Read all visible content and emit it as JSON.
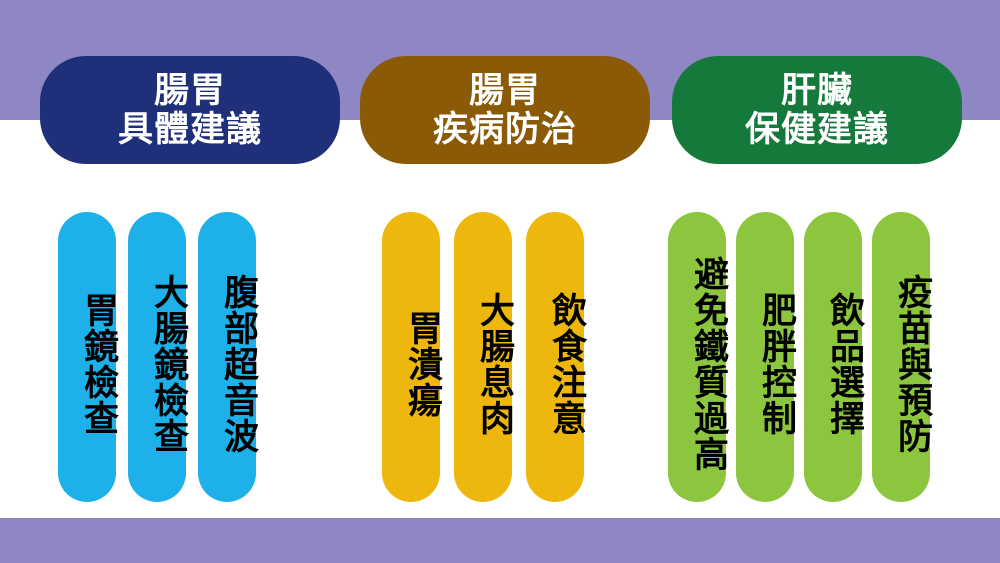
{
  "slide": {
    "background_color": "#8f86c4",
    "panel_color": "#ffffff"
  },
  "columns": [
    {
      "id": "gastro-advice",
      "header": {
        "lines": [
          "腸胃",
          "具體建議"
        ],
        "color": "#1f2f7a"
      },
      "item_color": "#1eb0e8",
      "items": [
        {
          "text": "胃鏡檢查"
        },
        {
          "text": "大腸鏡檢查"
        },
        {
          "text": "腹部超音波"
        }
      ]
    },
    {
      "id": "gastro-disease",
      "header": {
        "lines": [
          "腸胃",
          "疾病防治"
        ],
        "color": "#8a5a06"
      },
      "item_color": "#edb70d",
      "items": [
        {
          "text": "胃潰瘍"
        },
        {
          "text": "大腸息肉"
        },
        {
          "text": "飲食注意"
        }
      ]
    },
    {
      "id": "liver",
      "header": {
        "lines": [
          "肝臟",
          "保健建議"
        ],
        "color": "#16793c"
      },
      "item_color": "#8cc63e",
      "items": [
        {
          "text": "避免鐵質過高"
        },
        {
          "text": "肥胖控制"
        },
        {
          "text": "飲品選擇"
        },
        {
          "text": "疫苗與預防"
        }
      ]
    }
  ]
}
